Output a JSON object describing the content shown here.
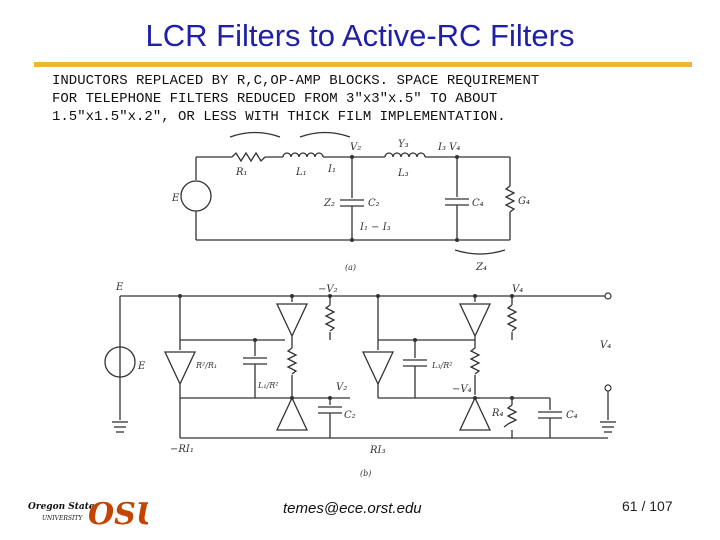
{
  "slide": {
    "title": "LCR Filters to Active-RC Filters",
    "caption_lines": [
      "INDUCTORS REPLACED BY R,C,OP-AMP BLOCKS. SPACE REQUIREMENT",
      "FOR TELEPHONE FILTERS REDUCED FROM 3\"x3\"x.5\" TO ABOUT",
      "1.5\"x1.5\"x.2\", OR LESS WITH THICK FILM IMPLEMENTATION."
    ],
    "email": "temes@ece.orst.edu",
    "page_number": "61 / 107",
    "logo": {
      "top": "Oregon State",
      "bottom": "UNIVERSITY",
      "mark": "OSU",
      "color": "#c34500"
    }
  },
  "figure": {
    "a_labels": {
      "source": "E",
      "r1": "R₁",
      "l1": "L₁",
      "v2": "V₂",
      "i1": "I₁",
      "y3": "Y₃",
      "l3": "L₃",
      "i3v4": "I₃ V₄",
      "z2": "Z₂",
      "c2": "C₂",
      "c4": "C₄",
      "g4": "G₄",
      "i1mi3": "I₁ − I₃",
      "z4": "Z₄",
      "caption": "(a)"
    },
    "b_labels": {
      "e_top": "E",
      "e_src": "E",
      "mv2": "−V₂",
      "v4": "V₄",
      "r2r1": "R²/R₁",
      "l1r2": "L₁/R²",
      "v2": "V₂",
      "c2": "C₂",
      "l3r2": "L₃/R²",
      "mv4": "−V₄",
      "r4": "R₄",
      "c4": "C₄",
      "v4out": "V₄",
      "mri1": "−RI₁",
      "ri3": "RI₃",
      "caption": "(b)"
    }
  }
}
